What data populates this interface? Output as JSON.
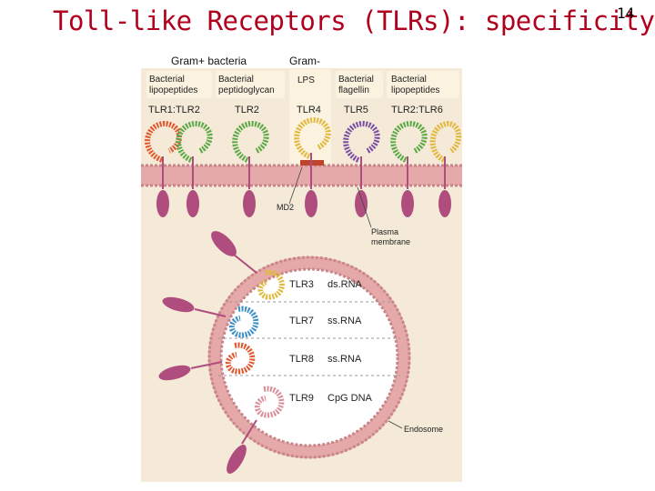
{
  "slide": {
    "title": "Toll-like Receptors (TLRs): specificity",
    "number": "14",
    "groups": {
      "gram_pos": "Gram+ bacteria",
      "gram_neg": "Gram-"
    }
  },
  "surface": {
    "ligands": [
      {
        "lines": [
          "Bacterial",
          "lipopeptides"
        ]
      },
      {
        "lines": [
          "Bacterial",
          "peptidoglycan"
        ]
      },
      {
        "lines": [
          "LPS"
        ]
      },
      {
        "lines": [
          "Bacterial",
          "flagellin"
        ]
      },
      {
        "lines": [
          "Bacterial",
          "lipopeptides"
        ]
      }
    ],
    "receptors": [
      "TLR1:TLR2",
      "TLR2",
      "TLR4",
      "TLR5",
      "TLR2:TLR6"
    ],
    "md2": "MD2",
    "plasma_membrane": [
      "Plasma",
      "membrane"
    ]
  },
  "endosome": {
    "rows": [
      {
        "tlr": "TLR3",
        "ligand": "ds.RNA"
      },
      {
        "tlr": "TLR7",
        "ligand": "ss.RNA"
      },
      {
        "tlr": "TLR8",
        "ligand": "ss.RNA"
      },
      {
        "tlr": "TLR9",
        "ligand": "CpG DNA"
      }
    ],
    "label": "Endosome"
  },
  "colors": {
    "title": "#b0001e",
    "panel": "#f4ead7",
    "ligand_box": "#fbf3df",
    "membrane_pink": "#e6a9a9",
    "membrane_edge": "#c9868a",
    "receptor_stalk": "#b04d7f",
    "tlr_orange": "#e2562c",
    "tlr_green": "#5aa846",
    "tlr_yellow": "#e1b73c",
    "tlr_purple": "#7a4ea3",
    "tlr_blue": "#3f8fc4",
    "tlr_pink": "#d8909a",
    "md2": "#c0442b"
  }
}
